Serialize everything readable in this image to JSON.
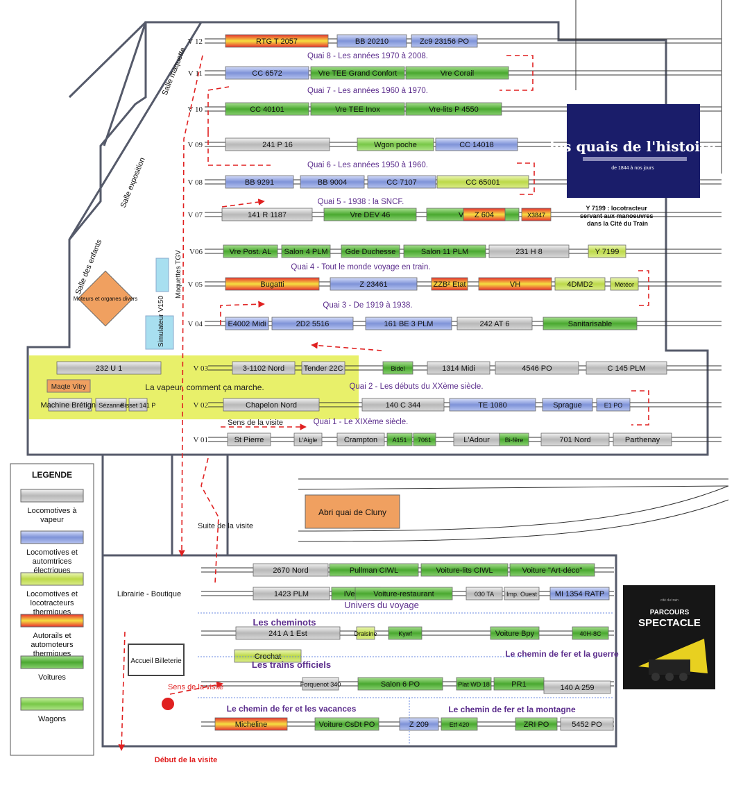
{
  "colors": {
    "vapeur": "#c9c9c9",
    "electrique": "#8fa3e0",
    "thermique": "#c8e06a",
    "autorail": "#e8702a",
    "voiture": "#6cbf4a",
    "wagon": "#8fd15a",
    "quai_label": "#5b2d8c",
    "visit_red": "#e02020",
    "band_yellow": "#e8f06a",
    "room_orange": "#f0a060",
    "room_cyan": "#a8dff0"
  },
  "tracks": [
    {
      "label": "V 12",
      "vehicles": [
        {
          "text": "RTG T 2057",
          "cat": "autorail"
        },
        {
          "text": "BB 20210",
          "cat": "electrique"
        },
        {
          "text": "Zc9 23156 PO",
          "cat": "electrique"
        }
      ]
    },
    {
      "label": "V 11",
      "vehicles": [
        {
          "text": "CC 6572",
          "cat": "electrique"
        },
        {
          "text": "Vre TEE Grand Confort",
          "cat": "voiture"
        },
        {
          "text": "Vre Corail",
          "cat": "voiture"
        }
      ]
    },
    {
      "label": "V 10",
      "vehicles": [
        {
          "text": "CC 40101",
          "cat": "voiture"
        },
        {
          "text": "Vre TEE Inox",
          "cat": "voiture"
        },
        {
          "text": "Vre-lits P 4550",
          "cat": "voiture"
        }
      ]
    },
    {
      "label": "V 09",
      "vehicles": [
        {
          "text": "241 P 16",
          "cat": "vapeur"
        },
        {
          "text": "Wgon poche",
          "cat": "wagon"
        },
        {
          "text": "CC 14018",
          "cat": "electrique"
        }
      ]
    },
    {
      "label": "V 08",
      "vehicles": [
        {
          "text": "BB 9291",
          "cat": "electrique"
        },
        {
          "text": "BB 9004",
          "cat": "electrique"
        },
        {
          "text": "CC 7107",
          "cat": "electrique"
        },
        {
          "text": "CC 65001",
          "cat": "thermique"
        }
      ]
    },
    {
      "label": "V 07",
      "vehicles": [
        {
          "text": "141 R 1187",
          "cat": "vapeur"
        },
        {
          "text": "Vre DEV 46",
          "cat": "voiture"
        },
        {
          "text": "Vre PR2",
          "cat": "voiture"
        },
        {
          "text": "Z 604",
          "cat": "autorail"
        },
        {
          "text": "X3847",
          "cat": "autorail"
        }
      ]
    },
    {
      "label": "V06",
      "vehicles": [
        {
          "text": "Vre Post. AL",
          "cat": "voiture"
        },
        {
          "text": "Salon 4 PLM",
          "cat": "voiture"
        },
        {
          "text": "Gde Duchesse",
          "cat": "voiture"
        },
        {
          "text": "Salon 11 PLM",
          "cat": "voiture"
        },
        {
          "text": "231 H 8",
          "cat": "vapeur"
        },
        {
          "text": "Y 7199",
          "cat": "thermique"
        }
      ]
    },
    {
      "label": "V 05",
      "vehicles": [
        {
          "text": "Bugatti",
          "cat": "autorail"
        },
        {
          "text": "Z 23461",
          "cat": "electrique"
        },
        {
          "text": "ZZB² Etat",
          "cat": "autorail"
        },
        {
          "text": "VH",
          "cat": "autorail"
        },
        {
          "text": "4DMD2",
          "cat": "thermique"
        },
        {
          "text": "Météor",
          "cat": "thermique"
        }
      ]
    },
    {
      "label": "V 04",
      "vehicles": [
        {
          "text": "E4002 Midi",
          "cat": "electrique"
        },
        {
          "text": "2D2 5516",
          "cat": "electrique"
        },
        {
          "text": "161 BE 3 PLM",
          "cat": "electrique"
        },
        {
          "text": "242 AT 6",
          "cat": "vapeur"
        },
        {
          "text": "Sanitarisable",
          "cat": "voiture"
        }
      ]
    },
    {
      "label": "V 03",
      "vehicles": [
        {
          "text": "232 U 1",
          "cat": "vapeur"
        },
        {
          "text": "3-1102 Nord",
          "cat": "vapeur"
        },
        {
          "text": "Tender 22C",
          "cat": "vapeur"
        },
        {
          "text": "Bidel",
          "cat": "voiture"
        },
        {
          "text": "1314 Midi",
          "cat": "vapeur"
        },
        {
          "text": "4546 PO",
          "cat": "vapeur"
        },
        {
          "text": "C 145 PLM",
          "cat": "vapeur"
        }
      ]
    },
    {
      "label": "V 02",
      "vehicles": [
        {
          "text": "Machine Brétigny",
          "cat": "vapeur"
        },
        {
          "text": "Sézanne",
          "cat": "vapeur"
        },
        {
          "text": "Bisset 141 P",
          "cat": "vapeur"
        },
        {
          "text": "Chapelon Nord",
          "cat": "vapeur"
        },
        {
          "text": "140 C 344",
          "cat": "vapeur"
        },
        {
          "text": "TE 1080",
          "cat": "electrique"
        },
        {
          "text": "Sprague",
          "cat": "electrique"
        },
        {
          "text": "E1 PO",
          "cat": "electrique"
        }
      ]
    },
    {
      "label": "V 01",
      "vehicles": [
        {
          "text": "St Pierre",
          "cat": "vapeur"
        },
        {
          "text": "L'Aigle",
          "cat": "vapeur"
        },
        {
          "text": "Crampton",
          "cat": "vapeur"
        },
        {
          "text": "A151",
          "cat": "voiture"
        },
        {
          "text": "7061",
          "cat": "voiture"
        },
        {
          "text": "L'Adour",
          "cat": "vapeur"
        },
        {
          "text": "Bi-fêre",
          "cat": "voiture"
        },
        {
          "text": "701 Nord",
          "cat": "vapeur"
        },
        {
          "text": "Parthenay",
          "cat": "vapeur"
        }
      ]
    }
  ],
  "quais": [
    {
      "text": "Quai 8 - Les années 1970 à 2008."
    },
    {
      "text": "Quai 7 - Les années 1960 à 1970."
    },
    {
      "text": "Quai 6 - Les années 1950 à 1960."
    },
    {
      "text": "Quai 5 - 1938 : la SNCF."
    },
    {
      "text": "Quai 4 - Tout le monde voyage en train."
    },
    {
      "text": "Quai 3 - De 1919 à 1938."
    },
    {
      "text": "Quai 2 - Les débuts du XXème siècle."
    },
    {
      "text": "Quai 1 - Le XIXème siècle."
    }
  ],
  "lower_tracks": [
    {
      "vehicles": [
        {
          "text": "2670 Nord",
          "cat": "vapeur"
        },
        {
          "text": "Pullman CIWL",
          "cat": "voiture"
        },
        {
          "text": "Voiture-lits CIWL",
          "cat": "voiture"
        },
        {
          "text": "Voiture \"Art-déco\"",
          "cat": "voiture"
        }
      ]
    },
    {
      "vehicles": [
        {
          "text": "1423 PLM",
          "cat": "vapeur"
        },
        {
          "text": "IVet AL",
          "cat": "voiture"
        },
        {
          "text": "Voiture-restaurant",
          "cat": "voiture"
        },
        {
          "text": "030 TA",
          "cat": "vapeur"
        },
        {
          "text": "Imp. Ouest",
          "cat": "vapeur"
        },
        {
          "text": "MI 1354 RATP",
          "cat": "electrique"
        }
      ]
    },
    {
      "vehicles": [
        {
          "text": "241 A 1 Est",
          "cat": "vapeur"
        },
        {
          "text": "Draisine",
          "cat": "thermique"
        },
        {
          "text": "Kywf",
          "cat": "voiture"
        },
        {
          "text": "Voiture Bpy",
          "cat": "voiture"
        },
        {
          "text": "40H-8C",
          "cat": "voiture"
        }
      ]
    },
    {
      "vehicles": [
        {
          "text": "Crochat",
          "cat": "thermique"
        },
        {
          "text": "Forquenot 340",
          "cat": "vapeur"
        },
        {
          "text": "Salon 6 PO",
          "cat": "voiture"
        },
        {
          "text": "PR1",
          "cat": "voiture"
        },
        {
          "text": "140 A 259",
          "cat": "vapeur"
        },
        {
          "text": "Plat WD 18",
          "cat": "voiture"
        }
      ]
    },
    {
      "vehicles": [
        {
          "text": "Micheline",
          "cat": "autorail"
        },
        {
          "text": "Voiture CsDt PO",
          "cat": "voiture"
        },
        {
          "text": "Z 209",
          "cat": "electrique"
        },
        {
          "text": "Etf 420",
          "cat": "voiture"
        },
        {
          "text": "ZRI PO",
          "cat": "voiture"
        },
        {
          "text": "5452 PO",
          "cat": "vapeur"
        }
      ]
    }
  ],
  "zones": {
    "univers": "Univers du voyage",
    "cheminots": "Les cheminots",
    "officiels": "Les trains officiels",
    "guerre": "Le chemin de fer et la guerre",
    "vacances": "Le chemin de fer et les vacances",
    "montagne": "Le chemin de fer et la montagne",
    "vapeur_band": "La vapeur, comment ça marche.",
    "maq_vitry": "Maqte Vitry"
  },
  "rooms": {
    "salle_maquette": "Salle maquette",
    "salle_exposition": "Salle exposition",
    "salle_enfants": "Salle des enfants",
    "moteurs": "Moteurs et organes divers",
    "maquettes_tgv": "Maquettes TGV",
    "simulateur": "Simulateur V150",
    "abri": "Abri quai de Cluny",
    "librairie": "Librairie - Boutique",
    "accueil": "Accueil Billeterie"
  },
  "visit": {
    "sens1": "Sens de la visite",
    "sens2": "Sens de la visite",
    "suite": "Suite de la visite",
    "debut": "Début de la visite"
  },
  "note_y7199": "Y 7199 : locotracteur servant aux manoeuvres dans la Cité du Train",
  "logos": {
    "quais_title": "les quais de l'histoire",
    "quais_sub": "de 1844 à nos jours",
    "parcours": "PARCOURS",
    "spectacle": "SPECTACLE",
    "cite": "cité du train"
  },
  "legend": {
    "title": "LEGENDE",
    "items": [
      {
        "cat": "vapeur",
        "label": "Locomotives à vapeur"
      },
      {
        "cat": "electrique",
        "label": "Locomotives et automtrices électriques"
      },
      {
        "cat": "thermique",
        "label": "Locomotives et locotracteurs thermiques"
      },
      {
        "cat": "autorail",
        "label": "Autorails et automoteurs thermiques"
      },
      {
        "cat": "voiture",
        "label": "Voitures"
      },
      {
        "cat": "wagon",
        "label": "Wagons"
      }
    ]
  }
}
